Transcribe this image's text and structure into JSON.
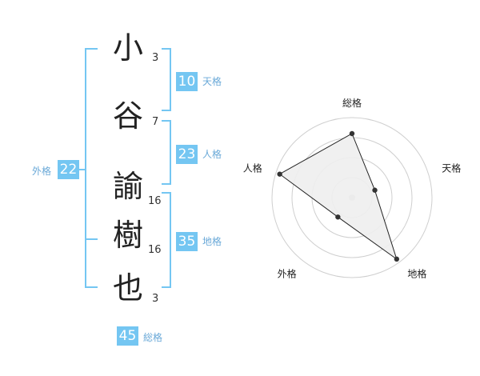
{
  "name": {
    "chars": [
      {
        "char": "小",
        "strokes": "3"
      },
      {
        "char": "谷",
        "strokes": "7"
      },
      {
        "char": "諭",
        "strokes": "16"
      },
      {
        "char": "樹",
        "strokes": "16"
      },
      {
        "char": "也",
        "strokes": "3"
      }
    ]
  },
  "kaku": {
    "tenkaku": {
      "value": "10",
      "label": "天格"
    },
    "jinkaku": {
      "value": "23",
      "label": "人格"
    },
    "chikaku": {
      "value": "35",
      "label": "地格"
    },
    "gaikaku": {
      "value": "22",
      "label": "外格"
    },
    "soukaku": {
      "value": "45",
      "label": "総格"
    }
  },
  "chart_data": {
    "type": "radar",
    "axes": [
      "総格",
      "天格",
      "地格",
      "外格",
      "人格"
    ],
    "values": [
      0.8,
      0.3,
      0.95,
      0.3,
      0.95
    ],
    "max": 1,
    "rings": 4,
    "colors": {
      "fill": "#eeeeee",
      "line": "#222222",
      "grid": "#cfcfcf",
      "point": "#333333",
      "center": "#cccccc"
    }
  }
}
